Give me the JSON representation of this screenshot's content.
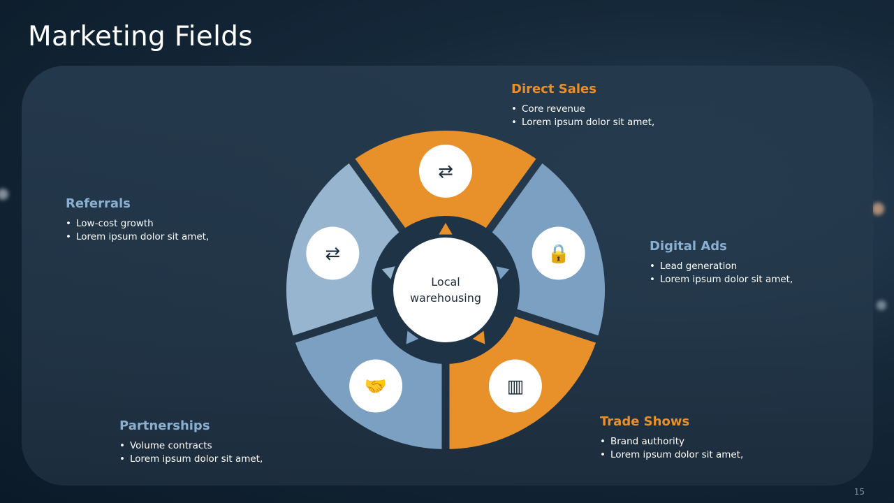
{
  "slide": {
    "title": "Marketing Fields",
    "page_number": "15"
  },
  "center": {
    "line1": "Local",
    "line2": "warehousing"
  },
  "colors": {
    "orange": "#E8902A",
    "blue": "#7BA0C2",
    "light_blue": "#98B5D0",
    "dark": "#1F3347"
  },
  "segments": [
    {
      "name": "Direct Sales",
      "color": "#E8902A",
      "title_color": "#E8902A",
      "icon": "customer-exchange-bag-icon",
      "bullets": [
        "Core revenue",
        "Lorem ipsum dolor sit amet,"
      ]
    },
    {
      "name": "Digital Ads",
      "color": "#7BA0C2",
      "title_color": "#8AAFD0",
      "icon": "mobile-lock-icon",
      "bullets": [
        "Lead generation",
        "Lorem ipsum dolor sit amet,"
      ]
    },
    {
      "name": "Trade Shows",
      "color": "#E8902A",
      "title_color": "#E8902A",
      "icon": "trade-booth-icon",
      "bullets": [
        "Brand authority",
        "Lorem ipsum dolor sit amet,"
      ]
    },
    {
      "name": "Partnerships",
      "color": "#7BA0C2",
      "title_color": "#8AAFD0",
      "icon": "handshake-shield-icon",
      "bullets": [
        "Volume contracts",
        "Lorem ipsum dolor sit amet,"
      ]
    },
    {
      "name": "Referrals",
      "color": "#98B5D0",
      "title_color": "#8AAFD0",
      "icon": "people-exchange-icon",
      "bullets": [
        "Low-cost growth",
        "Lorem ipsum dolor sit amet,"
      ]
    }
  ]
}
